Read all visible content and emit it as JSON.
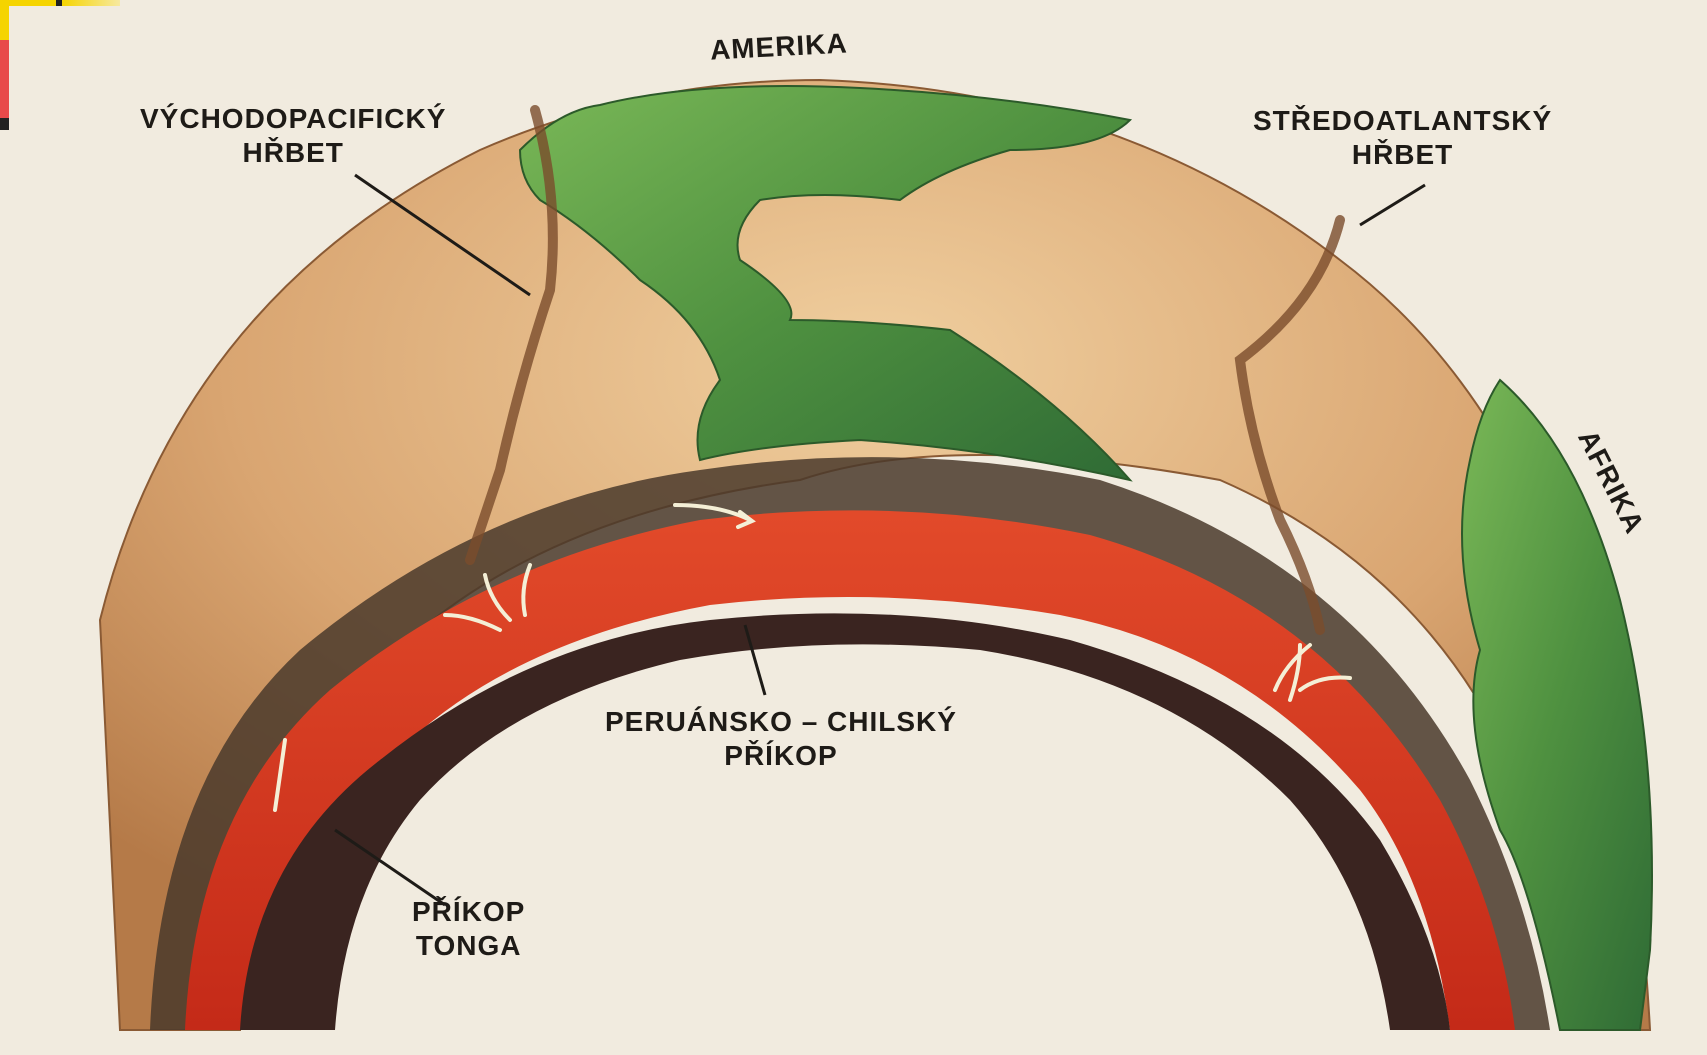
{
  "labels": {
    "amerika": "AMERIKA",
    "afrika": "AFRIKA",
    "east_pacific_ridge": [
      "VÝCHODOPACIFICKÝ",
      "HŘBET"
    ],
    "mid_atlantic_ridge": [
      "STŘEDOATLANTSKÝ",
      "HŘBET"
    ],
    "peru_chile_trench": [
      "PERUÁNSKO – CHILSKÝ",
      "PŘÍKOP"
    ],
    "tonga_trench": [
      "PŘÍKOP",
      "TONGA"
    ]
  },
  "colors": {
    "background": "#f1ebdf",
    "ocean_crust": "#d9a874",
    "continent": "#5c9e45",
    "mantle_red": "#d8331d",
    "deep_mantle": "#3a2420",
    "label_text": "#1e1b17"
  }
}
